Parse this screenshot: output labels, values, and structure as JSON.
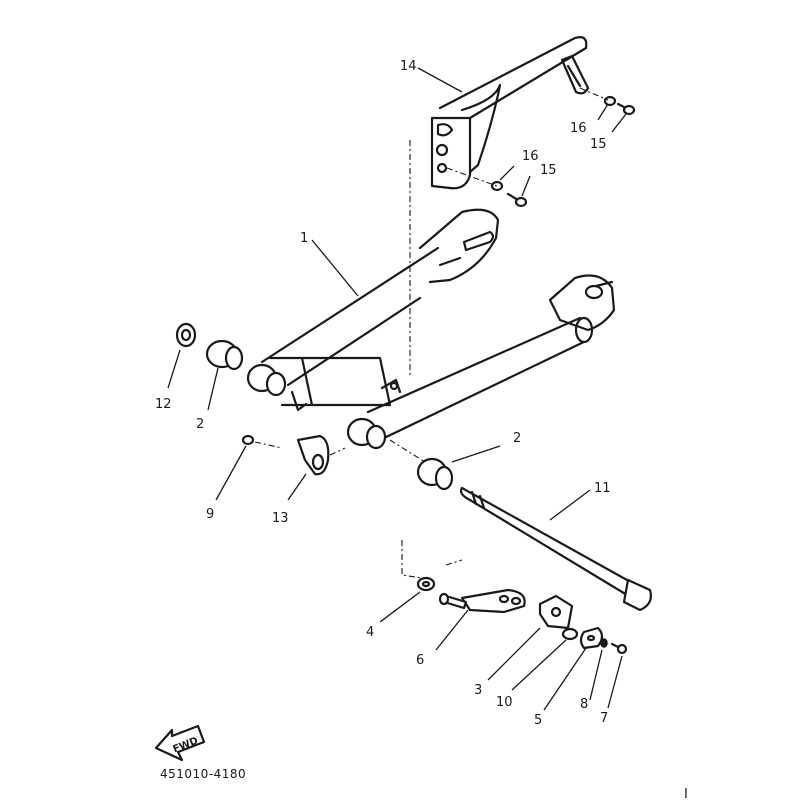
{
  "callouts": {
    "c1": "1",
    "c2a": "2",
    "c2b": "2",
    "c3": "3",
    "c4": "4",
    "c5": "5",
    "c6": "6",
    "c7": "7",
    "c8": "8",
    "c9": "9",
    "c10": "10",
    "c11": "11",
    "c12": "12",
    "c13": "13",
    "c14": "14",
    "c15a": "15",
    "c15b": "15",
    "c16a": "16",
    "c16b": "16"
  },
  "fwd_label": "FWD",
  "diagram_code": "451010-4180",
  "corner_mark": "I"
}
